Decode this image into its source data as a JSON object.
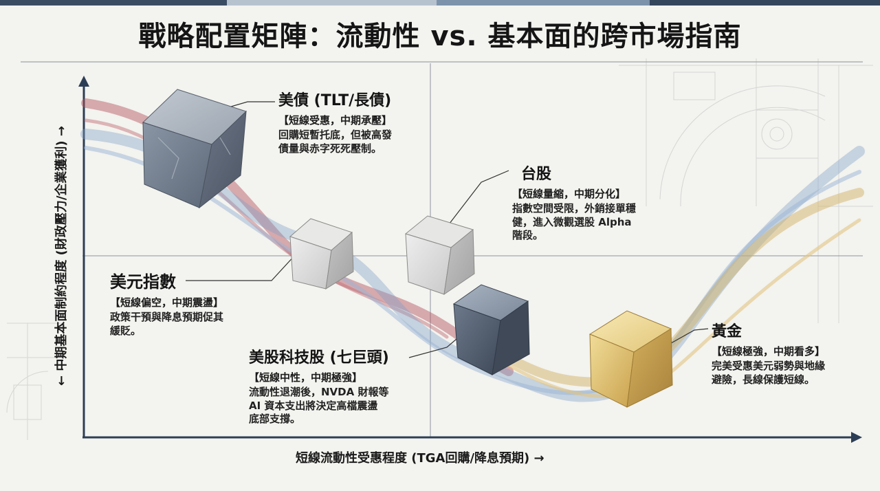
{
  "title": "戰略配置矩陣：流動性 vs. 基本面的跨市場指南",
  "colors": {
    "background": "#f3f3ef",
    "axis": "#2c3e55",
    "ribbon_red": "#b4505a",
    "ribbon_blue": "#7f9fc8",
    "ribbon_gold": "#d4b36a",
    "cube_light": "#d9d9d9",
    "cube_steel": "#5b6777",
    "cube_gold": "#d8b962",
    "topbar_dark": "#34465c",
    "topbar_light": "#9fb0c3"
  },
  "axes": {
    "x_label": "短線流動性受惠程度 (TGA回購/降息預期) →",
    "y_label": "← 中期基本面制約程度 (財政壓力/企業獲利) →"
  },
  "assets": [
    {
      "id": "treasury",
      "name": "美債 (TLT/長債)",
      "tag": "【短線受惠，中期承壓】",
      "desc": [
        "回購短暫托底，但被高發",
        "債量與赤字死死壓制。"
      ]
    },
    {
      "id": "taiwan",
      "name": "台股",
      "tag": "【短線量縮，中期分化】",
      "desc": [
        "指數空間受限，外銷接單穩",
        "健，進入微觀選股 Alpha",
        "階段。"
      ]
    },
    {
      "id": "dxy",
      "name": "美元指數",
      "tag": "【短線偏空，中期震盪】",
      "desc": [
        "政策干預與降息預期促其",
        "緩貶。"
      ]
    },
    {
      "id": "tech",
      "name": "美股科技股 (七巨頭)",
      "tag": "【短線中性，中期極強】",
      "desc": [
        "流動性退潮後，NVDA 財報等",
        "AI 資本支出將決定高檔震盪",
        "底部支撐。"
      ]
    },
    {
      "id": "gold",
      "name": "黃金",
      "tag": "【短線極強，中期看多】",
      "desc": [
        "完美受惠美元弱勢與地緣",
        "避險，長線保護短線。"
      ]
    }
  ]
}
